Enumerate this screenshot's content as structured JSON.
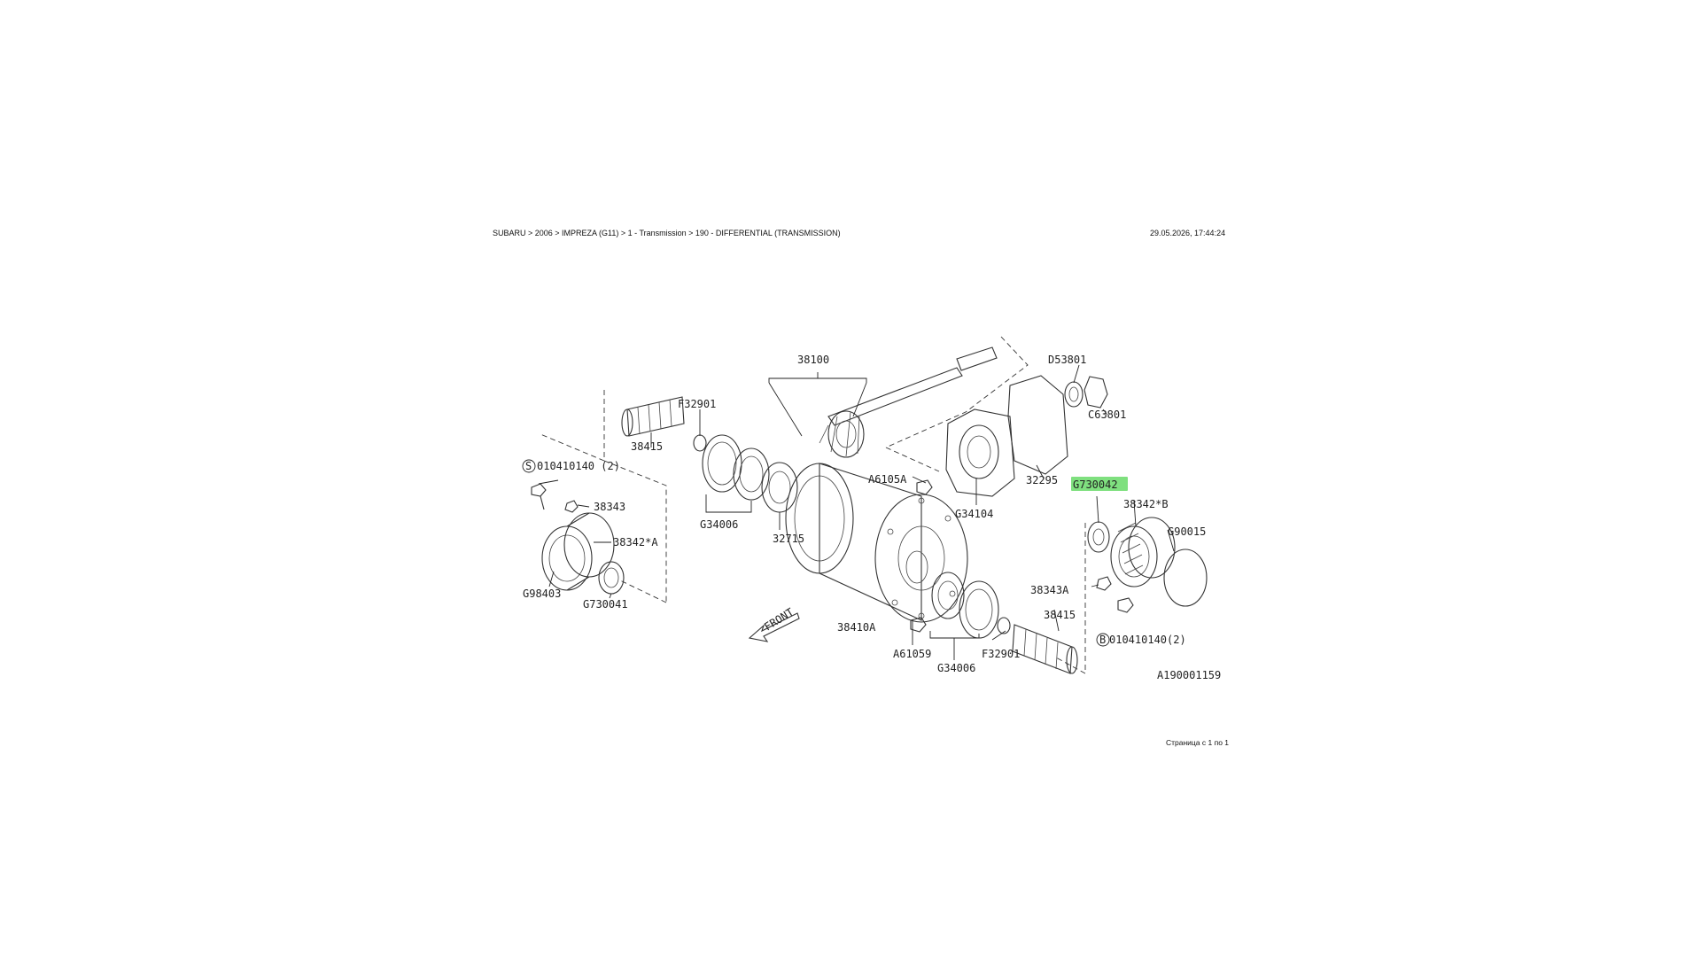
{
  "header": {
    "breadcrumb": "SUBARU > 2006 > IMPREZA (G11) > 1 - Transmission > 190 - DIFFERENTIAL (TRANSMISSION)",
    "datetime": "29.05.2026, 17:44:24"
  },
  "diagram": {
    "labels": {
      "p38100": "38100",
      "pD53801": "D53801",
      "pC63801": "C63801",
      "pF32901a": "F32901",
      "p38415a": "38415",
      "p010410140a": "010410140 (2)",
      "p38343": "38343",
      "p38342A": "38342*A",
      "pG98403": "G98403",
      "pG730041": "G730041",
      "pG34006a": "G34006",
      "p32715": "32715",
      "pA6105A": "A6105A",
      "pG34104": "G34104",
      "p32295": "32295",
      "pG730042": "G730042",
      "p38342B": "38342*B",
      "pG90015": "G90015",
      "p38343A": "38343A",
      "p38415b": "38415",
      "p010410140b": "010410140(2)",
      "p38410A": "38410A",
      "pA61059": "A61059",
      "pG34006b": "G34006",
      "pF32901b": "F32901",
      "pFront": "FRONT",
      "pRef": "A190001159",
      "circleS": "S",
      "circleB": "B"
    },
    "highlight_color": "#7fe07f"
  },
  "footer": {
    "page": "Страница с 1 по 1"
  }
}
